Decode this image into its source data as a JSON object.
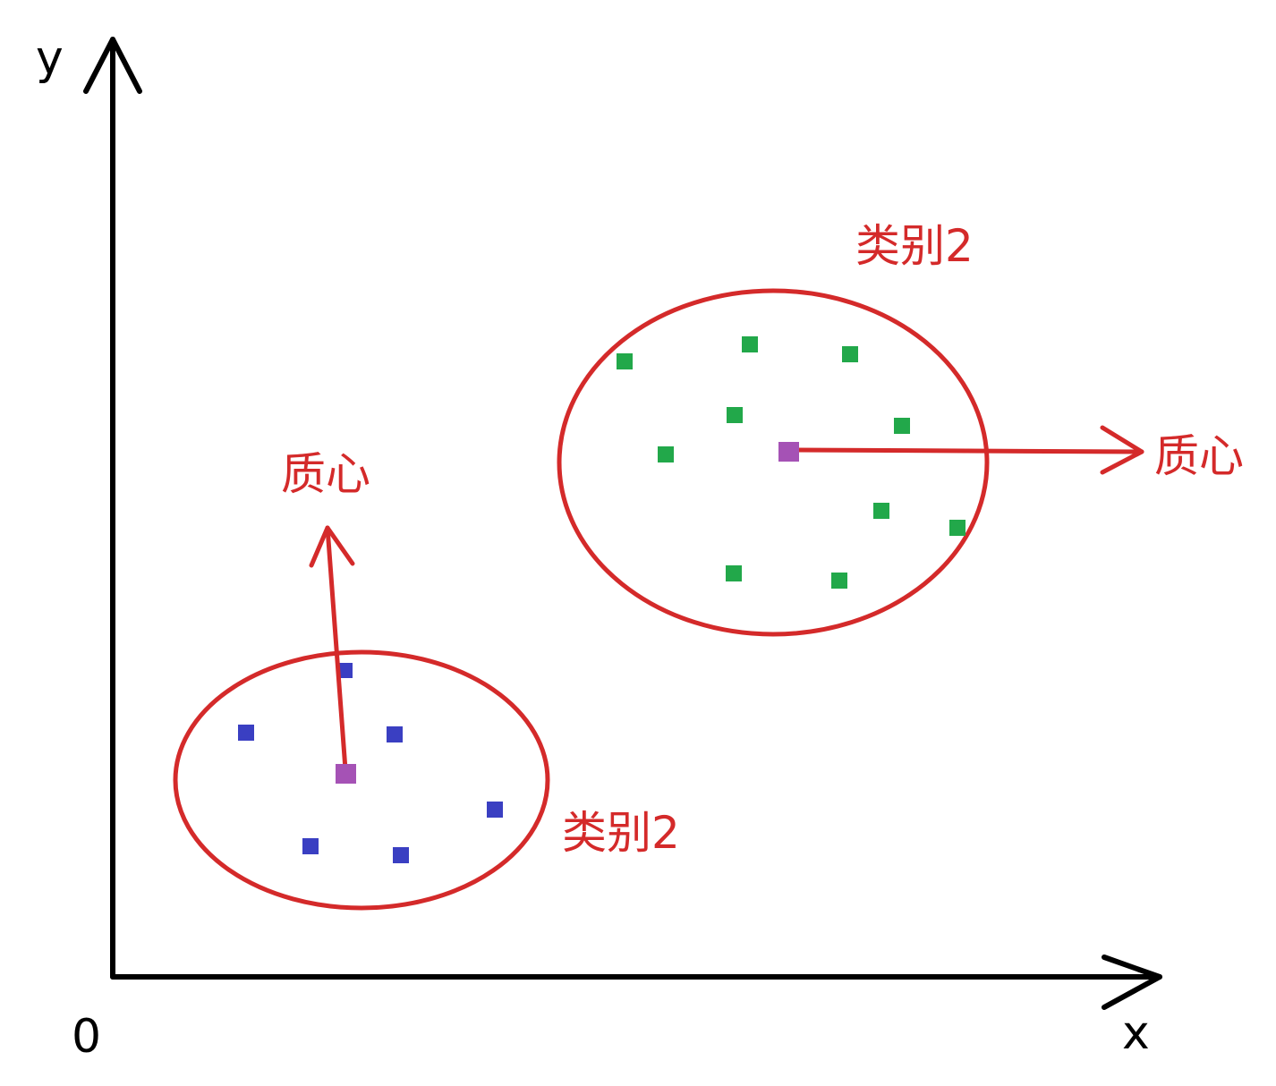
{
  "axes": {
    "x_label": "x",
    "y_label": "y",
    "origin_label": "0"
  },
  "labels": {
    "cluster_top": "类别2",
    "cluster_bottom": "类别2",
    "centroid_right": "质心",
    "centroid_left": "质心"
  },
  "colors": {
    "axis": "#000000",
    "annotation": "#d42a2a",
    "cluster_top_points": "#22a84a",
    "cluster_bottom_points": "#3a3fc2",
    "centroid": "#a552b5"
  }
}
